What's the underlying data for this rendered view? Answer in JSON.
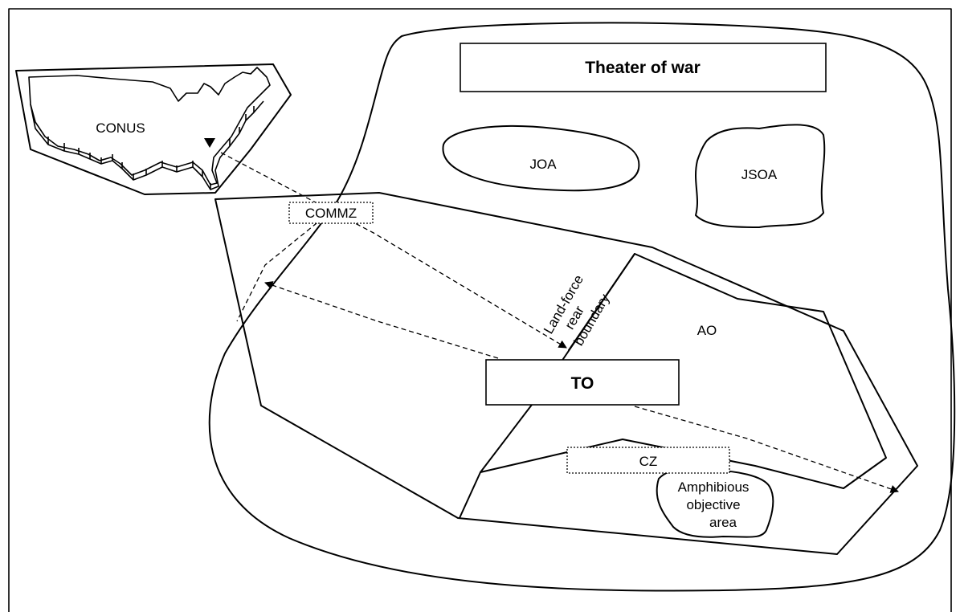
{
  "labels": {
    "theater_of_war": "Theater of war",
    "conus": "CONUS",
    "joa": "JOA",
    "jsoa": "JSOA",
    "commz": "COMMZ",
    "land_force_line1": "Land-force",
    "land_force_line2": "rear",
    "land_force_line3": "boundary",
    "ao": "AO",
    "to": "TO",
    "cz": "CZ",
    "amphibious_line1": "Amphibious",
    "amphibious_line2": "objective",
    "amphibious_line3": "area"
  }
}
